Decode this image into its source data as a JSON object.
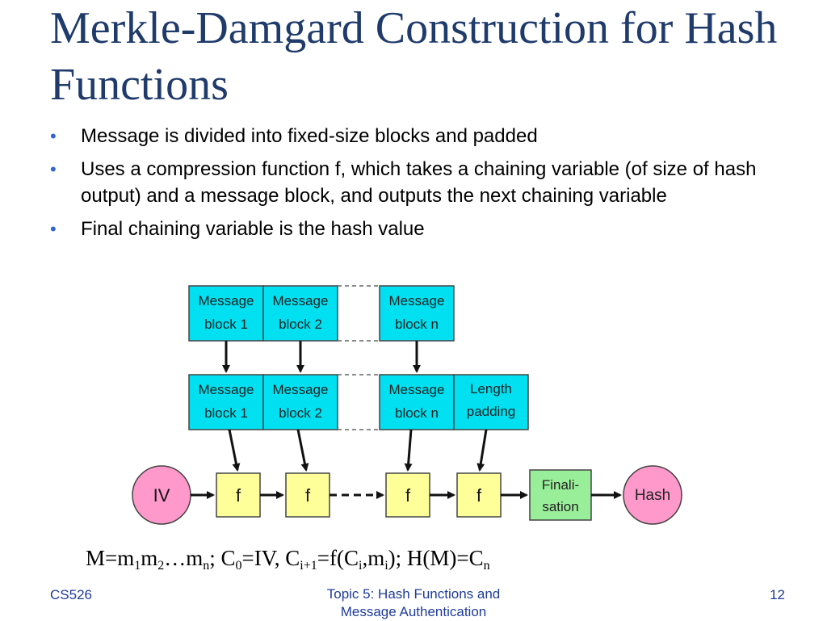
{
  "slide": {
    "title": "Merkle-Damgard Construction for Hash Functions",
    "bullets": [
      "Message is divided into fixed-size blocks and padded",
      "Uses a compression function f, which takes a chaining variable (of size of hash output) and a message block, and outputs the next chaining variable",
      "Final chaining variable is the hash value"
    ],
    "bullet_glyph": "•"
  },
  "diagram": {
    "top_row": [
      {
        "line1": "Message",
        "line2": "block 1"
      },
      {
        "line1": "Message",
        "line2": "block 2"
      },
      {
        "line1": "Message",
        "line2": "block n"
      }
    ],
    "padded_row": [
      {
        "line1": "Message",
        "line2": "block 1"
      },
      {
        "line1": "Message",
        "line2": "block 2"
      },
      {
        "line1": "Message",
        "line2": "block n"
      },
      {
        "line1": "Length",
        "line2": "padding"
      }
    ],
    "iv_label": "IV",
    "f_label": "f",
    "finalisation": {
      "line1": "Finali-",
      "line2": "sation"
    },
    "hash_label": "Hash",
    "colors": {
      "block": "#00e0f0",
      "f_box": "#ffff99",
      "finalisation": "#99ee99",
      "circle": "#ff99cc"
    }
  },
  "formula": {
    "p1": "M=m",
    "s1": "1",
    "p2": "m",
    "s2": "2",
    "p3": "…m",
    "s3": "n",
    "p4": "; C",
    "s4": "0",
    "p5": "=IV, C",
    "s5": "i+1",
    "p6": "=f(C",
    "s6": "i",
    "p7": ",m",
    "s7": "i",
    "p8": "); H(M)=C",
    "s8": "n"
  },
  "footer": {
    "left": "CS526",
    "center": "Topic 5: Hash Functions and Message Authentication",
    "right": "12"
  }
}
